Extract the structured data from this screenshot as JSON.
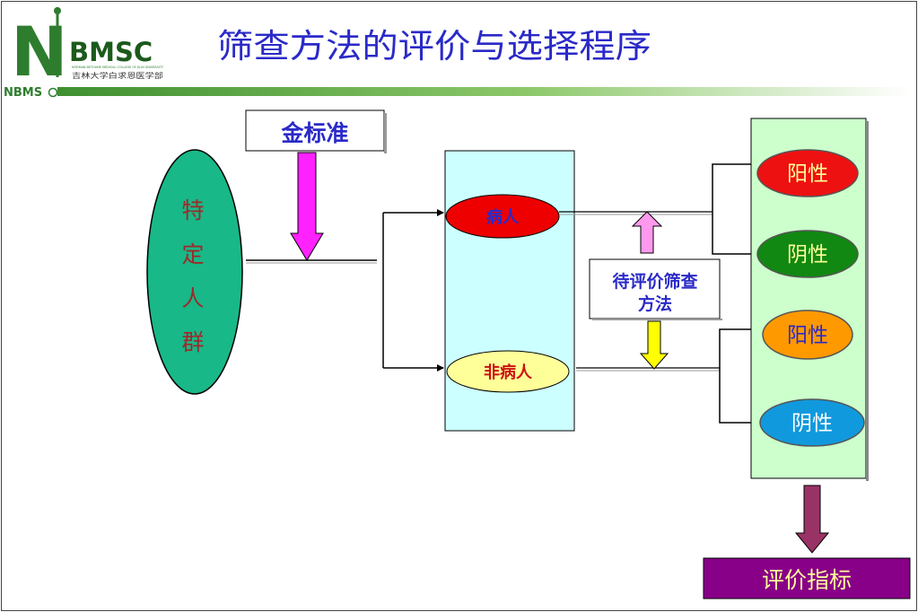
{
  "header": {
    "title": "筛查方法的评价与选择程序",
    "logo": {
      "mark": "N",
      "name": "BMSC",
      "tagline": "NORMAN BETHUNE MEDICAL COLLEGE OF JILIN UNIVERSITY",
      "subtitle": "吉林大学白求恩医学部",
      "abbrev": "NBMS"
    }
  },
  "diagram": {
    "population": [
      "特",
      "定",
      "人",
      "群"
    ],
    "gold_standard": "金标准",
    "diseased": "病人",
    "non_diseased": "非病人",
    "test_method": [
      "待评价筛查",
      "方法"
    ],
    "results": [
      "阳性",
      "阴性",
      "阳性",
      "阴性"
    ],
    "indicators": "评价指标"
  },
  "colors": {
    "title": "#2a2ac8",
    "header_bar": "#4d9a3a",
    "population_fill": "#18b888",
    "population_text": "#9c2a2a",
    "gold_arrow": "#ff22ff",
    "test_up_arrow": "#ff99ee",
    "test_down_arrow": "#ffff00",
    "group_box": "#ccffff",
    "result_box": "#ccffcc",
    "diseased_fill": "#ee0000",
    "non_diseased_fill": "#ffff99",
    "positive_red": "#ee1111",
    "negative_green": "#118811",
    "positive_orange": "#ff9900",
    "negative_blue": "#1199dd",
    "output_arrow": "#993366",
    "indicator_box": "#880088"
  }
}
